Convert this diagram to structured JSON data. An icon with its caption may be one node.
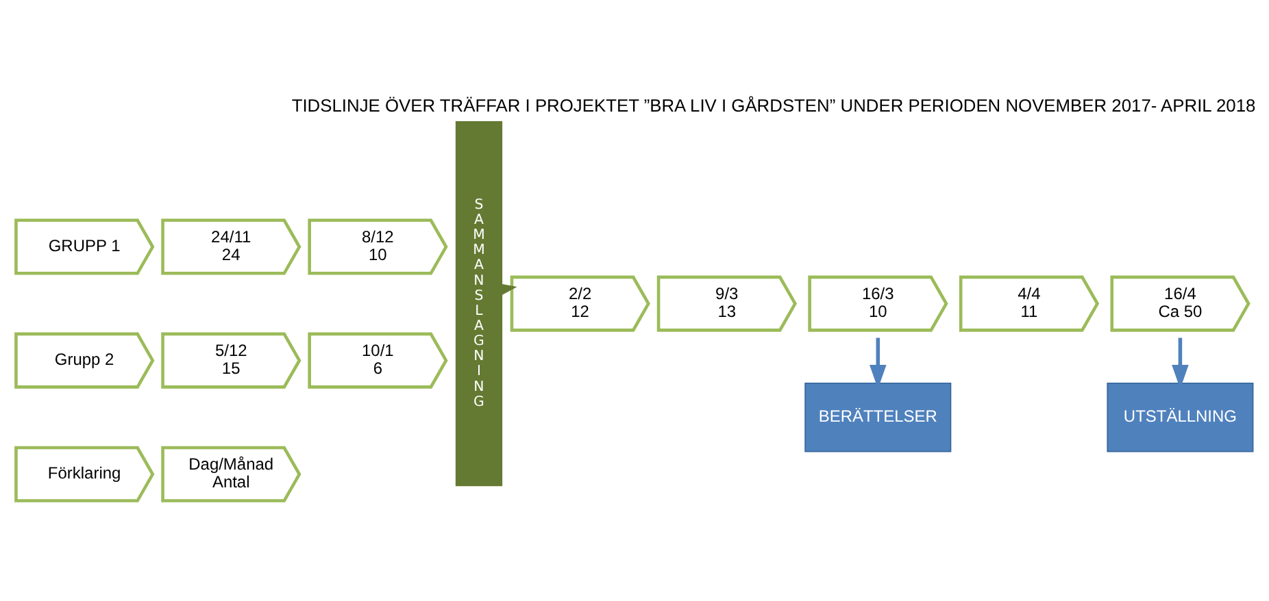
{
  "diagram": {
    "title": "TIDSLINJE ÖVER TRÄFFAR I PROJEKTET ”BRA LIV I GÅRDSTEN” UNDER PERIODEN NOVEMBER 2017- APRIL 2018",
    "nodes": [
      {
        "text": [
          "GRUPP 1"
        ]
      },
      {
        "text": [
          "24/11",
          "24"
        ]
      },
      {
        "text": [
          "8/12",
          "10"
        ]
      },
      {
        "text": [
          "SAMMANSLAGNING"
        ]
      },
      {
        "text": [
          "2/2",
          "12"
        ]
      },
      {
        "text": [
          "9/3",
          "13"
        ]
      },
      {
        "text": [
          "16/3",
          "10"
        ]
      },
      {
        "text": [
          "4/4",
          "11"
        ]
      },
      {
        "text": [
          "16/4",
          "Ca 50"
        ]
      },
      {
        "text": [
          "BERÄTTELSER"
        ]
      },
      {
        "text": [
          "UTSTÄLLNING"
        ]
      },
      {
        "text": [
          "Grupp 2"
        ]
      },
      {
        "text": [
          "5/12",
          "15"
        ]
      },
      {
        "text": [
          "10/1",
          "6"
        ]
      },
      {
        "text": [
          "Förklaring"
        ]
      },
      {
        "text": [
          "Dag/Månad",
          "Antal"
        ]
      }
    ],
    "edges": [
      {
        "from": 3,
        "to": 4,
        "arrow": "to",
        "color": "#647a32"
      },
      {
        "from": 6,
        "to": 9,
        "arrow": "to",
        "color": "#4f81bd"
      },
      {
        "from": 8,
        "to": 10,
        "arrow": "to",
        "color": "#4f81bd"
      }
    ]
  }
}
